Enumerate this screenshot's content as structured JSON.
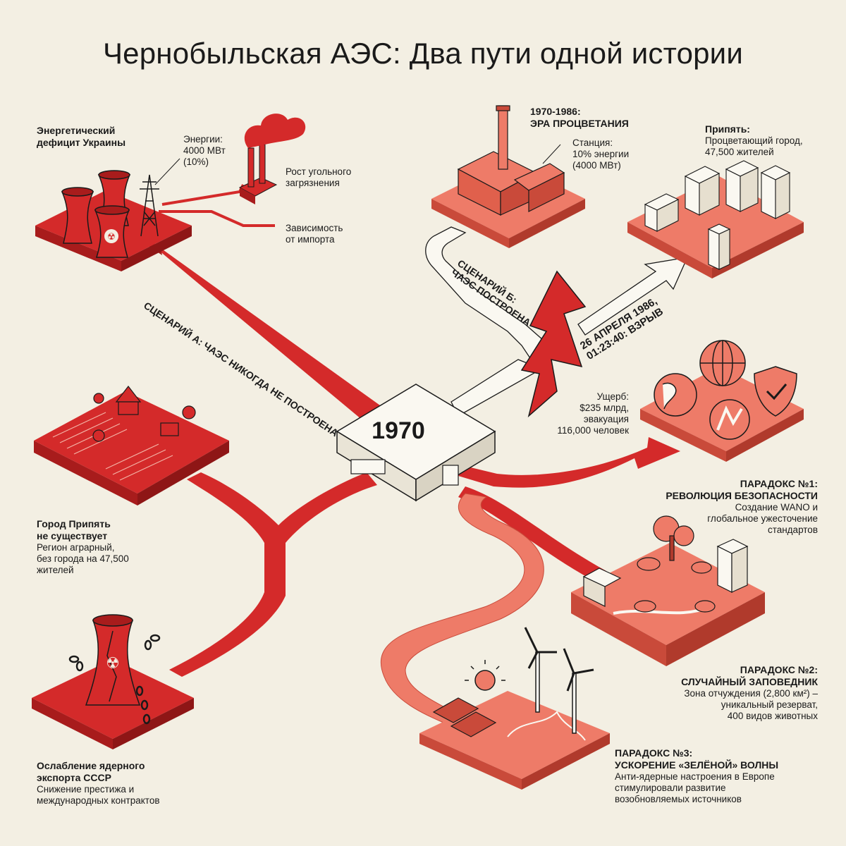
{
  "title": "Чернобыльская АЭС: Два пути одной истории",
  "center": {
    "year": "1970"
  },
  "colors": {
    "accent": "#d42a2a",
    "accent_light": "#ee7b68",
    "tile_light": "#f29c86",
    "background": "#f3efe3",
    "dark": "#1a1a1a"
  },
  "scenario_a": {
    "path_label": "СЦЕНАРИЙ А: ЧАЭС НИКОГДА НЕ ПОСТРОЕНА",
    "energy_deficit": {
      "heading_line1": "Энергетический",
      "heading_line2": "дефицит Украины",
      "energy_line1": "Энергии:",
      "energy_line2": "4000 МВт",
      "energy_line3": "(10%)",
      "coal_line1": "Рост угольного",
      "coal_line2": "загрязнения",
      "import_line1": "Зависимость",
      "import_line2": "от импорта"
    },
    "no_city": {
      "heading_line1": "Город Припять",
      "heading_line2": "не существует",
      "body_line1": "Регион аграрный,",
      "body_line2": "без города на 47,500",
      "body_line3": "жителей"
    },
    "nuclear_export": {
      "heading_line1": "Ослабление ядерного",
      "heading_line2": "экспорта СССР",
      "body_line1": "Снижение престижа и",
      "body_line2": "международных контрактов"
    }
  },
  "scenario_b": {
    "path_label_line1": "СЦЕНАРИЙ Б:",
    "path_label_line2": "ЧАЭС ПОСТРОЕНА",
    "explosion_line1": "26 АПРЕЛЯ 1986,",
    "explosion_line2": "01:23:40: ВЗРЫВ",
    "prosperity": {
      "heading_line1": "1970-1986:",
      "heading_line2": "ЭРА ПРОЦВЕТАНИЯ",
      "station_line1": "Станция:",
      "station_line2": "10% энергии",
      "station_line3": "(4000 МВт)"
    },
    "pripyat": {
      "heading": "Припять:",
      "body_line1": "Процветающий город,",
      "body_line2": "47,500 жителей"
    },
    "damage": {
      "line1": "Ущерб:",
      "line2": "$235 млрд,",
      "line3": "эвакуация",
      "line4": "116,000 человек"
    },
    "paradox1": {
      "heading_line1": "ПАРАДОКС №1:",
      "heading_line2": "РЕВОЛЮЦИЯ БЕЗОПАСНОСТИ",
      "body_line1": "Создание WANO и",
      "body_line2": "глобальное ужесточение",
      "body_line3": "стандартов"
    },
    "paradox2": {
      "heading_line1": "ПАРАДОКС №2:",
      "heading_line2": "СЛУЧАЙНЫЙ ЗАПОВЕДНИК",
      "body_line1": "Зона отчуждения (2,800 км²) –",
      "body_line2": "уникальный резерват,",
      "body_line3": "400 видов животных"
    },
    "paradox3": {
      "heading_line1": "ПАРАДОКС №3:",
      "heading_line2": "УСКОРЕНИЕ «ЗЕЛЁНОЙ» ВОЛНЫ",
      "body_line1": "Анти-ядерные настроения в Европе",
      "body_line2": "стимулировали развитие",
      "body_line3": "возобновляемых источников"
    }
  },
  "icons": [
    "cooling-tower-icon",
    "power-pylon-icon",
    "smokestack-icon",
    "nuclear-plant-icon",
    "city-blocks-icon",
    "farm-icon",
    "broken-tower-icon",
    "chain-icon",
    "globe-icon",
    "shield-check-icon",
    "wano-logo-icon",
    "wildlife-icon",
    "wind-turbine-icon",
    "solar-panel-icon",
    "sun-icon",
    "lightning-bolt-icon"
  ]
}
